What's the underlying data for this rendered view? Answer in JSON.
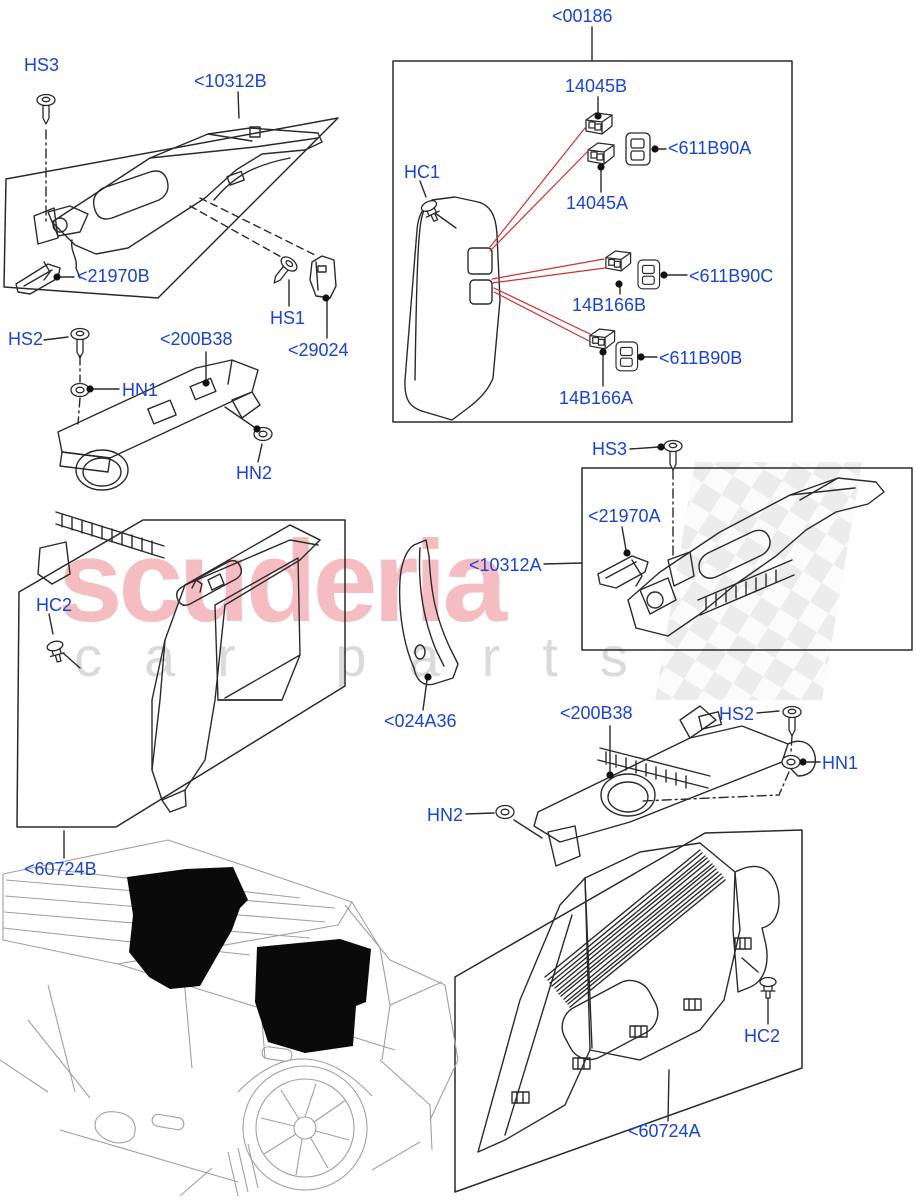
{
  "watermark": {
    "brand": "scuderia",
    "tagline": "car parts"
  },
  "colors": {
    "label_blue": "#1a44d2",
    "line_black": "#2a2a2a",
    "locator_red": "#d03030",
    "watermark_pink": "#f5bdc1",
    "watermark_gray": "#dadada",
    "car_outline_gray": "#a0a0a0"
  },
  "labels": {
    "hs3_top": "HS3",
    "p10312b": "<10312B",
    "p21970b": "<21970B",
    "hs2_upper": "HS2",
    "p200b38_upper": "<200B38",
    "hn1_upper": "HN1",
    "hs1": "HS1",
    "p29024": "<29024",
    "hn2_upper": "HN2",
    "p00186": "<00186",
    "hc1": "HC1",
    "p14045b": "14045B",
    "p611b90a": "<611B90A",
    "p14045a": "14045A",
    "p611b90c": "<611B90C",
    "p14b166b": "14B166B",
    "p611b90b": "<611B90B",
    "p14b166a": "14B166A",
    "hs3_right": "HS3",
    "p21970a": "<21970A",
    "p10312a": "<10312A",
    "p024a36": "<024A36",
    "p200b38_lower": "<200B38",
    "hs2_lower": "HS2",
    "hn1_lower": "HN1",
    "hn2_lower": "HN2",
    "p60724b": "<60724B",
    "hc2_upper": "HC2",
    "hc2_lower": "HC2",
    "p60724a": "<60724A"
  }
}
